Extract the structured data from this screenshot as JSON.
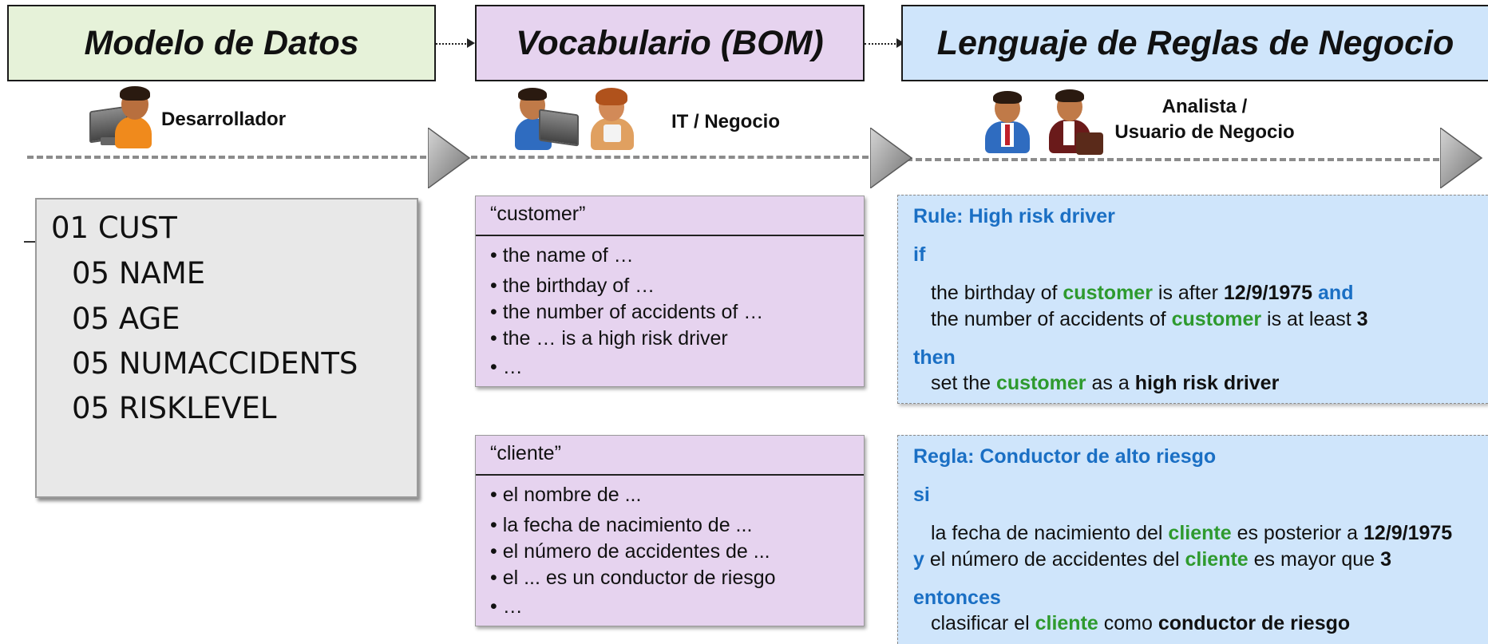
{
  "headers": {
    "data_model": "Modelo de Datos",
    "vocabulary": "Vocabulario (BOM)",
    "rules_language": "Lenguaje de Reglas de Negocio"
  },
  "roles": {
    "developer": "Desarrollador",
    "it_business": "IT / Negocio",
    "analyst_line1": "Analista /",
    "analyst_line2": "Usuario de Negocio"
  },
  "icons": [
    "developer-icon",
    "it-person-icon",
    "business-person-icon",
    "analyst-icon",
    "business-user-icon",
    "triangle-arrow-icon"
  ],
  "colors": {
    "green_header": "#e6f2d9",
    "purple": "#e6d3ef",
    "blue": "#cfe5fb",
    "keyword_blue": "#1a6fc4",
    "variable_green": "#2e9a2e"
  },
  "data_model": {
    "lines": [
      "01 CUST",
      "05 NAME",
      "05 AGE",
      "05 NUMACCIDENTS",
      "05 RISKLEVEL"
    ]
  },
  "vocab_en": {
    "title": "“customer”",
    "items": [
      "• the name of …",
      "• the birthday of …",
      "• the number of accidents of  …",
      "• the … is a high risk driver",
      "• …"
    ]
  },
  "vocab_es": {
    "title": "“cliente”",
    "items": [
      "• el nombre de ...",
      "• la fecha de nacimiento de ...",
      "• el número de accidentes de ...",
      "• el ... es  un conductor de riesgo",
      "• …"
    ]
  },
  "rule_en": {
    "title": "Rule: High risk driver",
    "if": "if",
    "l1_a": "the birthday of ",
    "l1_var": "customer",
    "l1_b": " is after ",
    "l1_val": "12/9/1975",
    "l1_and": "and",
    "l2_a": "the number of accidents of ",
    "l2_var": "customer",
    "l2_b": " is at least ",
    "l2_val": "3",
    "then": "then",
    "l3_a": "set the ",
    "l3_var": "customer",
    "l3_b": " as a ",
    "l3_val": "high risk driver"
  },
  "rule_es": {
    "title": "Regla: Conductor de alto riesgo",
    "if": "si",
    "l1_a": "la fecha de nacimiento del ",
    "l1_var": "cliente",
    "l1_b": " es posterior a ",
    "l1_val": "12/9/1975",
    "l2_and": "y",
    "l2_a": " el número de accidentes del ",
    "l2_var": "cliente",
    "l2_b": " es mayor que  ",
    "l2_val": "3",
    "then": "entonces",
    "l3_a": "clasificar el ",
    "l3_var": "cliente",
    "l3_b": " como ",
    "l3_val": "conductor de riesgo"
  }
}
